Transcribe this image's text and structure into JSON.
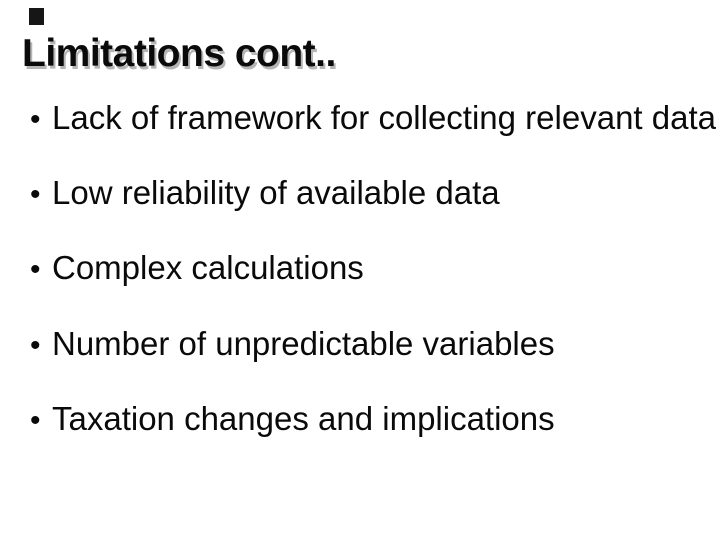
{
  "slide": {
    "title": "Limitations cont..",
    "bullet_char": "•",
    "bullets": [
      "Lack of framework for collecting relevant data",
      "Low reliability of available data",
      "Complex calculations",
      "Number of unpredictable variables",
      "Taxation changes and implications"
    ],
    "colors": {
      "background": "#ffffff",
      "text": "#0a0a0a",
      "title_shadow": "#b5b5b5",
      "corner_square": "#161616"
    }
  }
}
